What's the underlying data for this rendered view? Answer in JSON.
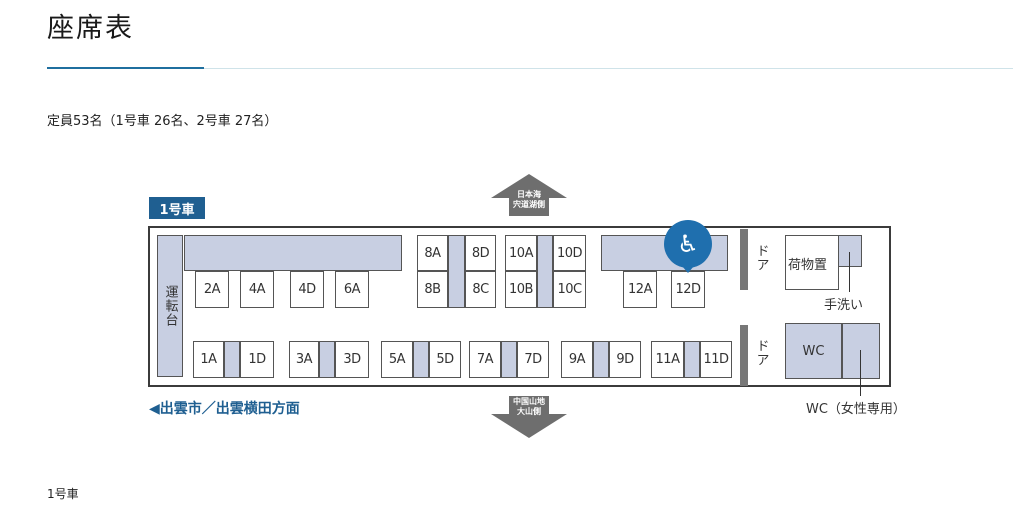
{
  "page": {
    "title": "座席表",
    "capacity": "定員53名（1号車 26名、2号車 27名）",
    "footer_label": "1号車"
  },
  "diagram": {
    "car_label": "1号車",
    "driver_label": "運転台",
    "direction_left": "◀出雲市／出雲横田方面",
    "top_arrow_text": "日本海\n宍道湖側",
    "bottom_arrow_text": "中国山地\n大山側",
    "door_label": "ドア",
    "luggage_label": "荷物置",
    "handwash_label": "手洗い",
    "wc_label": "WC",
    "wc_women_label": "WC（女性専用）",
    "wheelchair_icon": "wheelchair-icon",
    "top_row_seats": [
      "2A",
      "4A",
      "4D",
      "6A"
    ],
    "table_seats": [
      "8A",
      "8D",
      "10A",
      "10D",
      "8B",
      "8C",
      "10B",
      "10C"
    ],
    "right_seats": [
      "12A",
      "12D"
    ],
    "bottom_row_seats": [
      "1A",
      "1D",
      "3A",
      "3D",
      "5A",
      "5D",
      "7A",
      "7D",
      "9A",
      "9D",
      "11A",
      "11D"
    ],
    "colors": {
      "accent": "#1f5f91",
      "seat_fill": "#c8cfe2",
      "arrow": "#6e6e6e",
      "wheelchair": "#1f6fae"
    }
  }
}
